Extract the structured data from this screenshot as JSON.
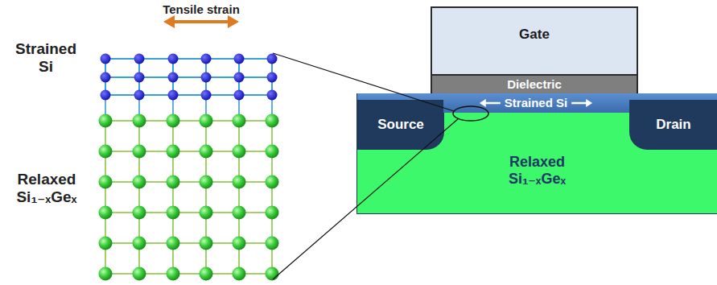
{
  "diagram": {
    "nodes": [
      {
        "text": [
          "Gate"
        ]
      },
      {
        "text": [
          "Dielectric"
        ]
      },
      {
        "text": [
          "Strained Si"
        ]
      },
      {
        "text": [
          "Relaxed Si₁₋ₓGeₓ"
        ]
      },
      {
        "text": [
          "Source"
        ],
        "in": 3
      },
      {
        "text": [
          "Drain"
        ],
        "in": 3
      }
    ],
    "labels": [
      "Tensile strain",
      "Strained Si",
      "Relaxed Si₁₋ₓGeₓ"
    ]
  }
}
